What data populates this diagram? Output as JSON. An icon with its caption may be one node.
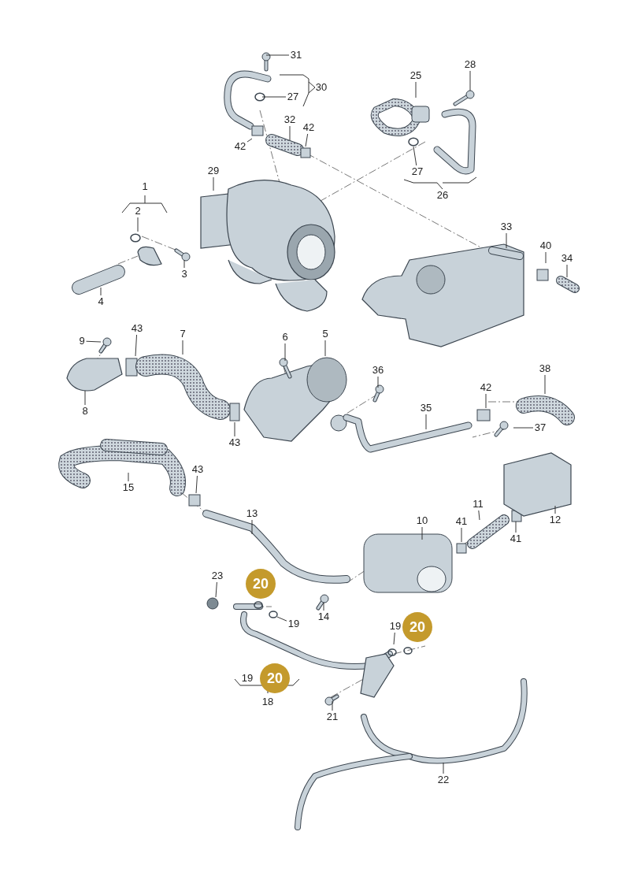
{
  "diagram": {
    "nodes": [
      {
        "text": [
          "31"
        ]
      },
      {
        "text": [
          "27"
        ]
      },
      {
        "text": [
          "32"
        ]
      },
      {
        "text": [
          "42"
        ]
      },
      {
        "text": [
          "42"
        ]
      },
      {
        "text": [
          "25"
        ]
      },
      {
        "text": [
          "28"
        ]
      },
      {
        "text": [
          "27"
        ]
      },
      {
        "text": [
          "29"
        ]
      },
      {
        "text": [
          "2"
        ]
      },
      {
        "text": [
          "3"
        ]
      },
      {
        "text": [
          "4"
        ]
      },
      {
        "text": [
          "33"
        ]
      },
      {
        "text": [
          "40"
        ]
      },
      {
        "text": [
          "34"
        ]
      },
      {
        "text": [
          "9"
        ]
      },
      {
        "text": [
          "43"
        ]
      },
      {
        "text": [
          "7"
        ]
      },
      {
        "text": [
          "6"
        ]
      },
      {
        "text": [
          "5"
        ]
      },
      {
        "text": [
          "8"
        ]
      },
      {
        "text": [
          "43"
        ]
      },
      {
        "text": [
          "36"
        ]
      },
      {
        "text": [
          "35"
        ]
      },
      {
        "text": [
          "42"
        ]
      },
      {
        "text": [
          "38"
        ]
      },
      {
        "text": [
          "37"
        ]
      },
      {
        "text": [
          "15"
        ]
      },
      {
        "text": [
          "43"
        ]
      },
      {
        "text": [
          "13"
        ]
      },
      {
        "text": [
          "10"
        ]
      },
      {
        "text": [
          "11"
        ]
      },
      {
        "text": [
          "41"
        ]
      },
      {
        "text": [
          "12"
        ]
      },
      {
        "text": [
          "41"
        ]
      },
      {
        "text": [
          "23"
        ]
      },
      {
        "text": [
          "14"
        ]
      },
      {
        "text": [
          "19"
        ]
      },
      {
        "text": [
          "19"
        ]
      },
      {
        "text": [
          "21"
        ]
      },
      {
        "text": [
          "22"
        ]
      },
      {
        "text": [
          "20"
        ]
      },
      {
        "text": [
          "20"
        ]
      },
      {
        "text": [
          "20"
        ]
      }
    ],
    "edges": [
      {
        "from": 0,
        "to": null,
        "arrow": "none"
      },
      {
        "from": 1,
        "to": null,
        "arrow": "none"
      },
      {
        "from": 2,
        "to": null,
        "arrow": "none"
      },
      {
        "from": 3,
        "to": null,
        "arrow": "none"
      },
      {
        "from": 4,
        "to": null,
        "arrow": "none"
      },
      {
        "from": 5,
        "to": null,
        "arrow": "none"
      },
      {
        "from": 6,
        "to": null,
        "arrow": "none"
      },
      {
        "from": 7,
        "to": null,
        "arrow": "none"
      },
      {
        "from": 8,
        "to": null,
        "arrow": "none"
      },
      {
        "from": 9,
        "to": null,
        "arrow": "none"
      },
      {
        "from": 10,
        "to": null,
        "arrow": "none"
      },
      {
        "from": 11,
        "to": null,
        "arrow": "none"
      },
      {
        "from": 12,
        "to": null,
        "arrow": "none"
      },
      {
        "from": 13,
        "to": null,
        "arrow": "none"
      },
      {
        "from": 14,
        "to": null,
        "arrow": "none"
      },
      {
        "from": 15,
        "to": null,
        "arrow": "none"
      },
      {
        "from": 16,
        "to": null,
        "arrow": "none"
      },
      {
        "from": 17,
        "to": null,
        "arrow": "none"
      },
      {
        "from": 18,
        "to": null,
        "arrow": "none"
      },
      {
        "from": 19,
        "to": null,
        "arrow": "none"
      },
      {
        "from": 20,
        "to": null,
        "arrow": "none"
      },
      {
        "from": 21,
        "to": null,
        "arrow": "none"
      },
      {
        "from": 22,
        "to": null,
        "arrow": "none"
      },
      {
        "from": 23,
        "to": null,
        "arrow": "none"
      },
      {
        "from": 24,
        "to": null,
        "arrow": "none"
      },
      {
        "from": 25,
        "to": null,
        "arrow": "none"
      },
      {
        "from": 26,
        "to": null,
        "arrow": "none"
      },
      {
        "from": 27,
        "to": null,
        "arrow": "none"
      },
      {
        "from": 28,
        "to": null,
        "arrow": "none"
      },
      {
        "from": 29,
        "to": null,
        "arrow": "none"
      },
      {
        "from": 30,
        "to": null,
        "arrow": "none"
      },
      {
        "from": 31,
        "to": null,
        "arrow": "none"
      },
      {
        "from": 32,
        "to": null,
        "arrow": "none"
      },
      {
        "from": 33,
        "to": null,
        "arrow": "none"
      },
      {
        "from": 34,
        "to": null,
        "arrow": "none"
      },
      {
        "from": 35,
        "to": null,
        "arrow": "none"
      },
      {
        "from": 36,
        "to": null,
        "arrow": "none"
      },
      {
        "from": 37,
        "to": null,
        "arrow": "none"
      },
      {
        "from": 38,
        "to": null,
        "arrow": "none"
      },
      {
        "from": 39,
        "to": null,
        "arrow": "none"
      },
      {
        "from": 40,
        "to": null,
        "arrow": "none"
      }
    ],
    "labels": [
      "30",
      "1",
      "26",
      "19",
      "18"
    ]
  }
}
